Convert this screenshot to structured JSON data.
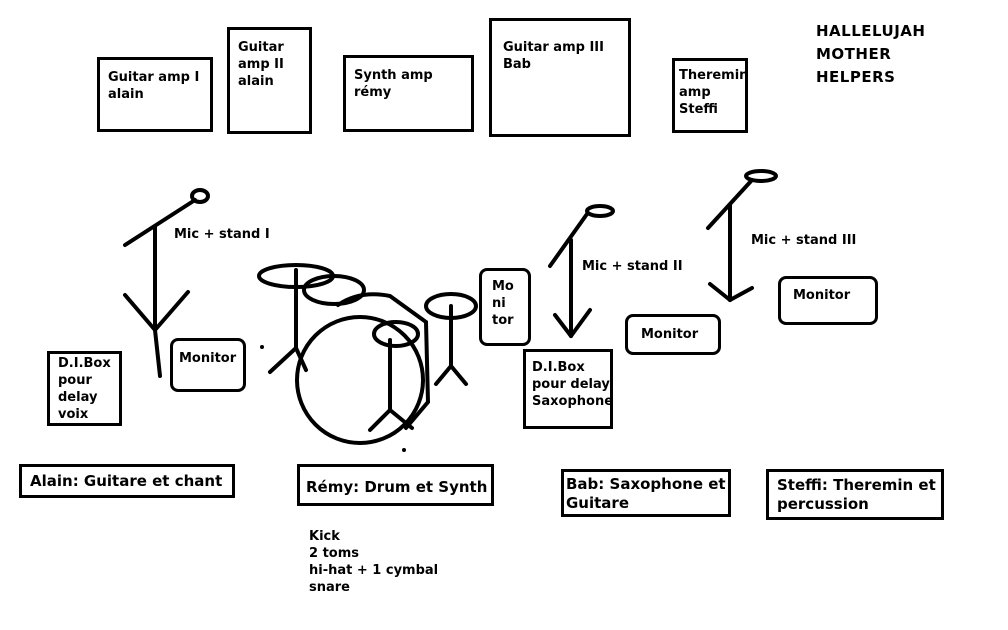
{
  "title": "HALLELUJAH\nMOTHER\nHELPERS",
  "amps": [
    {
      "label": "Guitar amp I\nalain"
    },
    {
      "label": "Guitar\namp II\nalain"
    },
    {
      "label": "Synth amp\nrémy"
    },
    {
      "label": "Guitar amp III\nBab"
    },
    {
      "label": "Theremin\namp\nSteffi"
    }
  ],
  "mics": [
    {
      "label": "Mic + stand I"
    },
    {
      "label": "Mic + stand II"
    },
    {
      "label": "Mic + stand III"
    }
  ],
  "monitors": [
    {
      "label": "Monitor"
    },
    {
      "label": "Mo\nni\ntor"
    },
    {
      "label": "Monitor"
    },
    {
      "label": "Monitor"
    }
  ],
  "di_boxes": [
    {
      "label": "D.I.Box\npour\ndelay\nvoix"
    },
    {
      "label": "D.I.Box\npour delay\nSaxophone"
    }
  ],
  "musicians": [
    {
      "label": "Alain: Guitare et chant"
    },
    {
      "label": "Rémy: Drum et  Synth"
    },
    {
      "label": "Bab: Saxophone et\nGuitare"
    },
    {
      "label": "Steffi: Theremin et\npercussion"
    }
  ],
  "drum_kit_list": "Kick\n2 toms\nhi-hat + 1 cymbal\nsnare"
}
